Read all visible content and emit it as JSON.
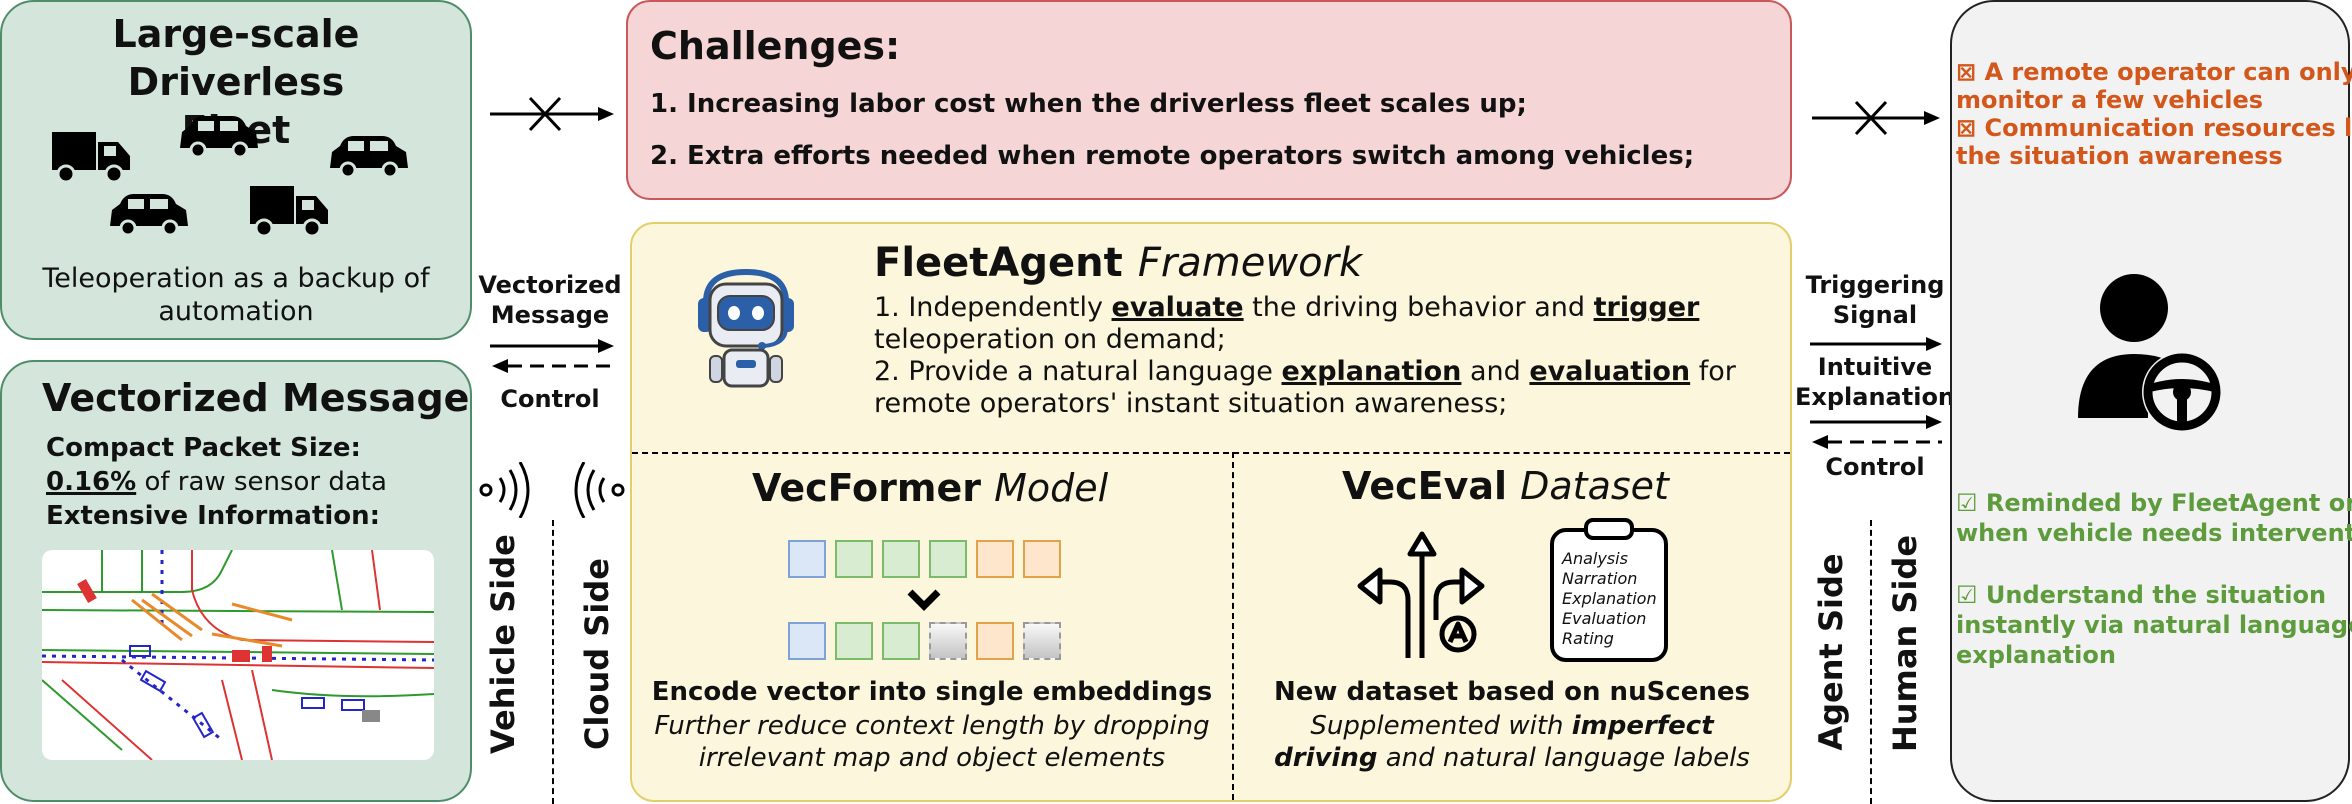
{
  "fleet": {
    "title_line1": "Large-scale Driverless",
    "title_line2": "Fleet",
    "caption_line1": "Teleoperation as a backup of",
    "caption_line2": "automation"
  },
  "vector_msg": {
    "title": "Vectorized Message",
    "compact_label": "Compact Packet Size:",
    "percent": "0.16%",
    "percent_rest": " of raw sensor data",
    "extensive_label": "Extensive Information:"
  },
  "challenges": {
    "title": "Challenges:",
    "item1": "1. Increasing labor cost when the driverless fleet scales up;",
    "item2": "2. Extra efforts needed when remote operators switch among vehicles;"
  },
  "left_links": {
    "msg_line1": "Vectorized",
    "msg_line2": "Message",
    "control": "Control"
  },
  "framework": {
    "name": "FleetAgent",
    "kind": "Framework",
    "l1_a": "1. Independently ",
    "l1_evaluate": "evaluate",
    "l1_b": " the driving behavior and ",
    "l1_trigger": "trigger",
    "l2": "teleoperation on demand;",
    "l3_a": "2. Provide a natural language ",
    "l3_explanation": "explanation",
    "l3_b": " and ",
    "l3_evaluation": "evaluation",
    "l3_c": " for",
    "l4": "remote operators' instant situation awareness;"
  },
  "vecformer": {
    "name": "VecFormer",
    "kind": "Model",
    "caption": "Encode vector into single embeddings",
    "sub_line1": "Further reduce context length by dropping",
    "sub_line2": "irrelevant map and object elements"
  },
  "veceval": {
    "name": "VecEval",
    "kind": "Dataset",
    "clipboard": [
      "Analysis",
      "Narration",
      "Explanation",
      "Evaluation",
      "Rating"
    ],
    "caption": "New dataset based on nuScenes",
    "sub_line1_a": "Supplemented with ",
    "sub_line1_b": "imperfect",
    "sub_line2_a": "driving",
    "sub_line2_b": " and natural language labels"
  },
  "sides": {
    "vehicle": "Vehicle Side",
    "cloud": "Cloud Side",
    "agent": "Agent Side",
    "human": "Human Side"
  },
  "right_links": {
    "trigger_line1": "Triggering",
    "trigger_line2": "Signal",
    "intuitive_line1": "Intuitive",
    "intuitive_line2": "Explanation",
    "control": "Control"
  },
  "operator": {
    "bad1_line1": "⊠ A remote operator can only",
    "bad1_line2": "monitor a few vehicles",
    "bad2_line1": "⊠ Communication resources limit",
    "bad2_line2": "the situation awareness",
    "good1_line1": "☑  Reminded by FleetAgent only",
    "good1_line2": "when vehicle needs intervention",
    "good2_line1": "☑  Understand the situation",
    "good2_line2": "instantly via natural language",
    "good2_line3": "explanation"
  },
  "colors": {
    "green_panel": "#d4e6dc",
    "red_panel": "#f5d5d6",
    "yellow_panel": "#fbf6dc",
    "gray_panel": "#f2f2f2",
    "orange_text": "#d3561a",
    "green_text": "#5d9b3c"
  },
  "icons": [
    "truck-icon",
    "car-icon",
    "robot-icon",
    "signal-waves-icon",
    "split-arrows-icon",
    "clipboard-icon",
    "driver-icon"
  ]
}
